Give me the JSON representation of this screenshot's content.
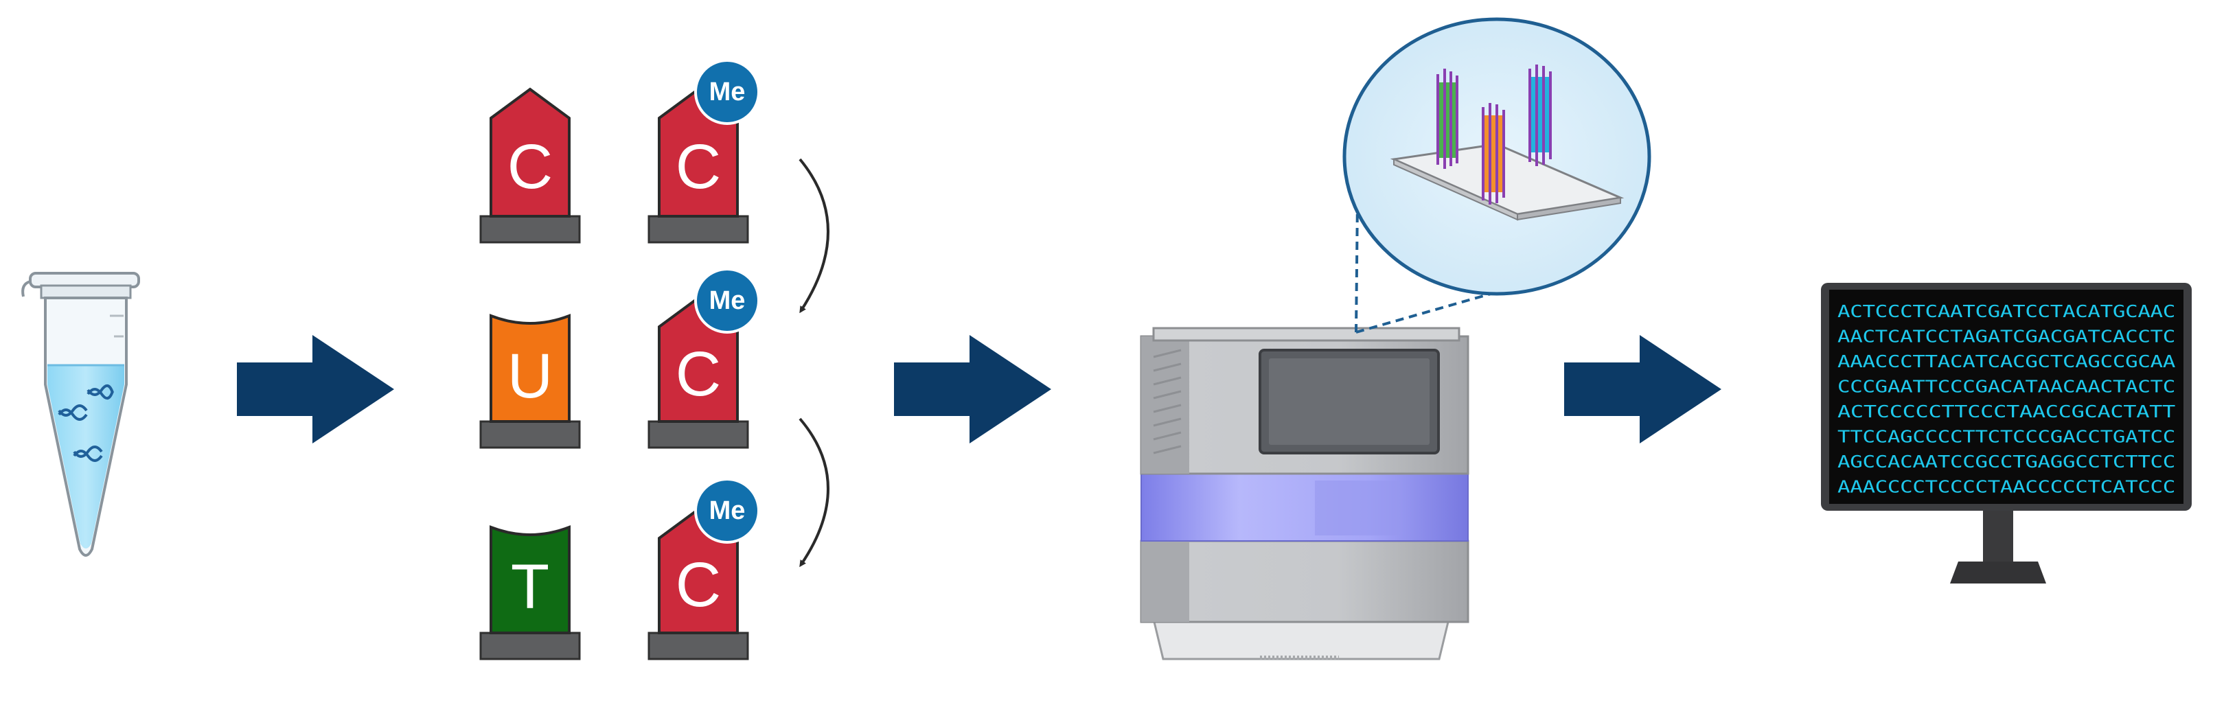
{
  "nucleotides": {
    "row1": {
      "left": "C",
      "right": "C"
    },
    "row2": {
      "left": "U",
      "right": "C"
    },
    "row3": {
      "left": "T",
      "right": "C"
    },
    "methyl_label": "Me"
  },
  "sequence_lines": [
    "ACTCCCTCAATCGATCCTACATGCAAC",
    "AACTCATCCTAGATCGACGATCACCTC",
    "AAACCCTTACATCACGCTCAGCCGCAA",
    "CCCGAATTCCCGACATAACAACTACTC",
    "ACTCCCCCTTCCCTAACCGCACTATT",
    "TTCCAGCCCCTTCTCCCGACCTGATCC",
    "AGCCACAATCCGCCTGAGGCCTCTTCC",
    "AAACCCCTCCCCTAACCCCCTCATCCC"
  ],
  "colors": {
    "arrow": "#0c3a66",
    "cytosine": "#cc2a3c",
    "uracil": "#f27414",
    "thymine": "#0f6b14",
    "methyl": "#1170ad",
    "sequence_text": "#1ec8ec",
    "monitor_screen": "#0a0a0a",
    "sequencer_glow": "#8f8ff2"
  },
  "icons": [
    "microtube-icon",
    "process-arrow-icon",
    "bisulfite-conversion-curved-arrow-icon",
    "sequencer-icon",
    "flow-cell-magnifier-icon",
    "computer-monitor-icon"
  ]
}
